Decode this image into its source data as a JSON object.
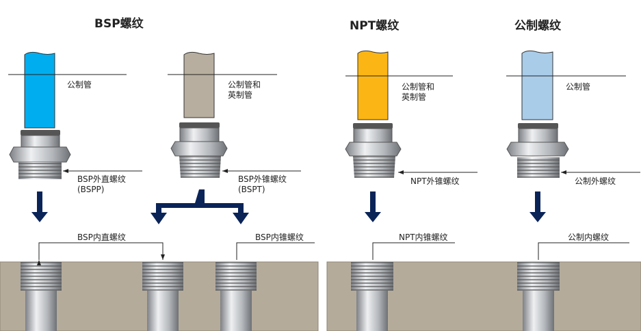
{
  "titles": {
    "bsp": "BSP螺纹",
    "npt": "NPT螺纹",
    "metric": "公制螺纹"
  },
  "fittings": [
    {
      "tube_label": "公制管",
      "thread_label_1": "BSP外直螺纹",
      "thread_label_2": "(BSPP)",
      "tube_color": "#00aeef"
    },
    {
      "tube_label_1": "公制管和",
      "tube_label_2": "英制管",
      "thread_label_1": "BSP外锥螺纹",
      "thread_label_2": "(BSPT)",
      "tube_color": "#b8ae9f"
    },
    {
      "tube_label_1": "公制管和",
      "tube_label_2": "英制管",
      "thread_label": "NPT外锥螺纹",
      "tube_color": "#fbb615"
    },
    {
      "tube_label": "公制管",
      "thread_label": "公制外螺纹",
      "tube_color": "#a9cce9"
    }
  ],
  "ports": {
    "bspp": "BSP内直螺纹",
    "bspt": "BSP内锥螺纹",
    "npt": "NPT内锥螺纹",
    "metric": "公制内螺纹"
  },
  "colors": {
    "arrow": "#0a2458",
    "ground": "#b5ab9b"
  }
}
